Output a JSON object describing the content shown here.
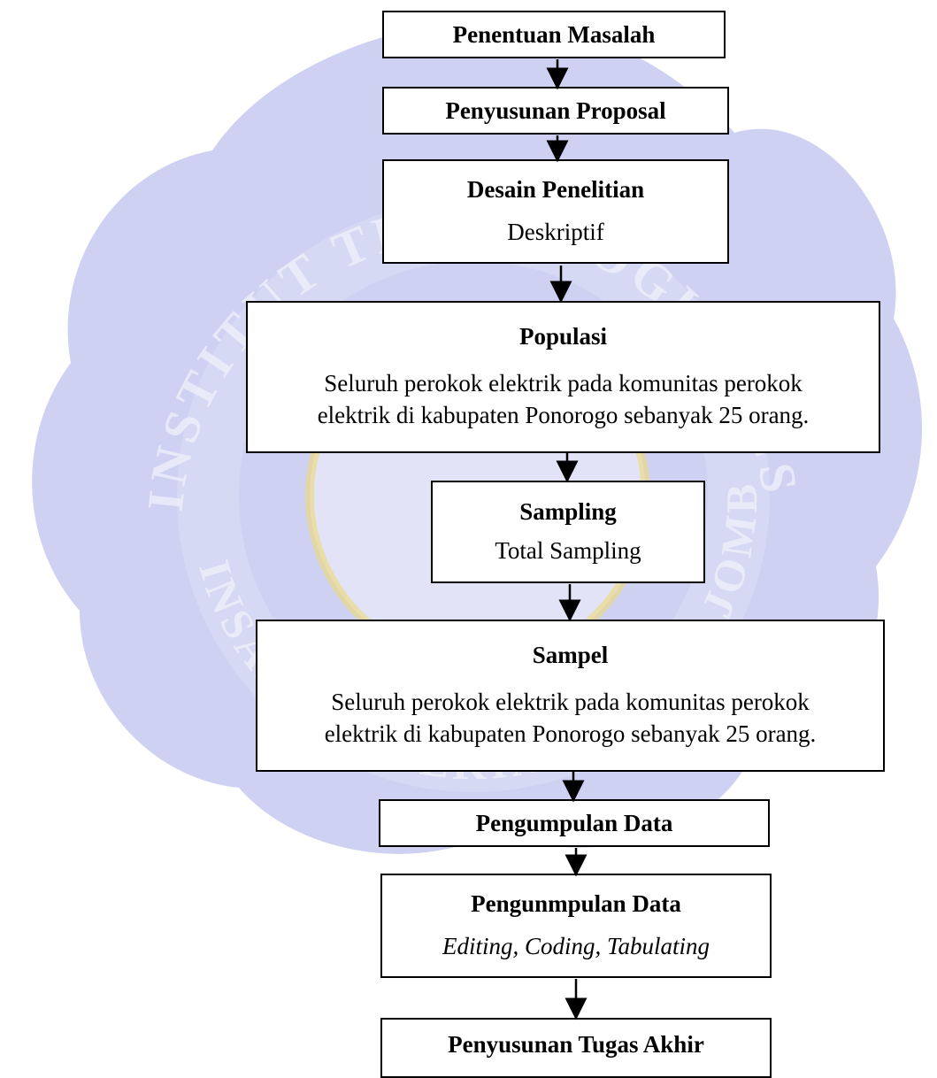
{
  "steps": {
    "penentuan": {
      "title": "Penentuan Masalah"
    },
    "proposal": {
      "title": "Penyusunan Proposal"
    },
    "desain": {
      "title": "Desain Penelitian",
      "body": "Deskriptif"
    },
    "populasi": {
      "title": "Populasi",
      "body_line1": "Seluruh perokok elektrik pada komunitas perokok",
      "body_line2": "elektrik di kabupaten Ponorogo sebanyak 25 orang."
    },
    "sampling": {
      "title": "Sampling",
      "body": "Total Sampling"
    },
    "sampel": {
      "title": "Sampel",
      "body_line1": "Seluruh perokok elektrik pada komunitas perokok",
      "body_line2": "elektrik di kabupaten Ponorogo sebanyak 25 orang."
    },
    "pengumpulan": {
      "title": "Pengumpulan Data"
    },
    "pengolahan": {
      "title": "Pengunmpulan Data",
      "body": "Editing, Coding, Tabulating"
    },
    "penyusunan_ta": {
      "title": "Penyusunan Tugas Akhir"
    }
  },
  "watermark": {
    "text_top": "INSTITUT TEKNOLOGI SAINS DAN KESEHATAN",
    "text_bottom": "INSAN CENDEKIA MEDIKA JOMBANG",
    "color": "#b8bde6"
  }
}
